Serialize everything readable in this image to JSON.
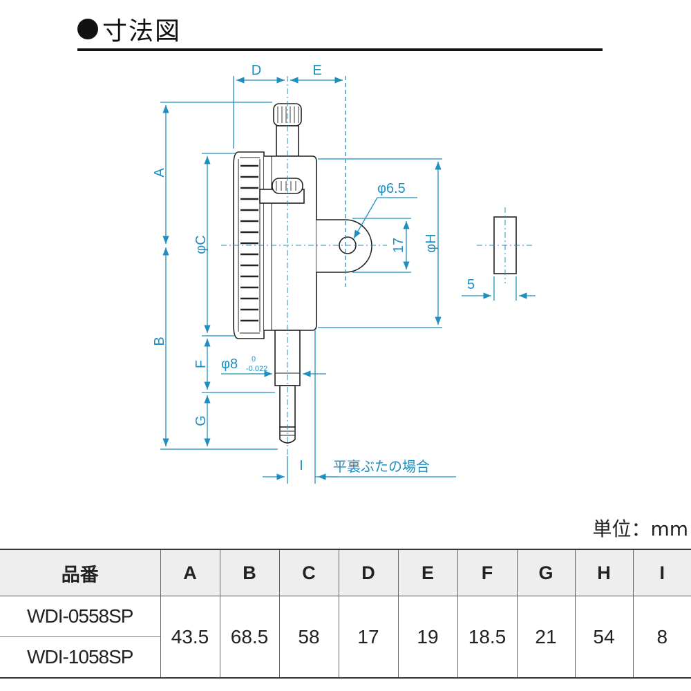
{
  "heading": {
    "title": "寸法図"
  },
  "drawing": {
    "labels": {
      "D": "D",
      "E": "E",
      "A": "A",
      "B": "B",
      "C": "φC",
      "H": "φH",
      "F": "F",
      "G": "G",
      "I": "I",
      "phi65": "φ6.5",
      "seventeen": "17",
      "five": "5",
      "phi8": "φ8",
      "phi8_upper": "0",
      "phi8_lower": "-0.022",
      "flat_back": "平裏ぶたの場合"
    },
    "colors": {
      "dimension": "#1e8fc0",
      "outline": "#222222"
    }
  },
  "unit_label": "単位：mm",
  "table": {
    "headers": [
      "品番",
      "A",
      "B",
      "C",
      "D",
      "E",
      "F",
      "G",
      "H",
      "I"
    ],
    "models": [
      "WDI-0558SP",
      "WDI-1058SP"
    ],
    "values": [
      "43.5",
      "68.5",
      "58",
      "17",
      "19",
      "18.5",
      "21",
      "54",
      "8"
    ]
  }
}
